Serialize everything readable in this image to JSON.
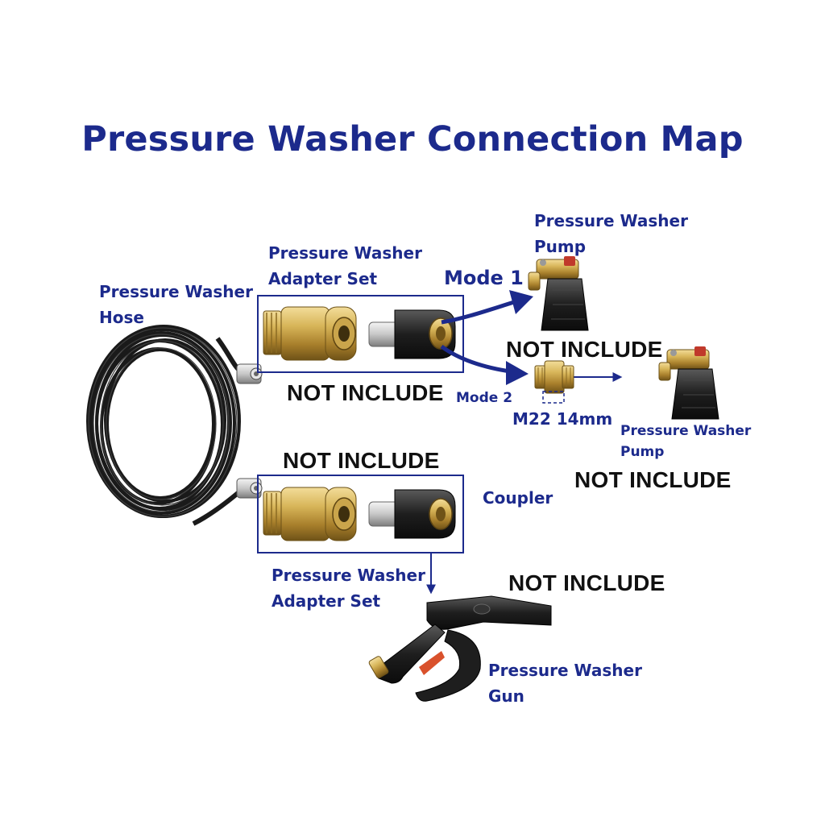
{
  "title": "Pressure Washer Connection Map",
  "labels": {
    "hose": [
      "Pressure Washer",
      "Hose"
    ],
    "adapter_set_top": [
      "Pressure Washer",
      "Adapter Set"
    ],
    "adapter_set_bottom": [
      "Pressure Washer",
      "Adapter Set"
    ],
    "pump_top": [
      "Pressure Washer",
      "Pump"
    ],
    "pump_right": [
      "Pressure Washer",
      "Pump"
    ],
    "gun": [
      "Pressure Washer",
      "Gun"
    ],
    "mode1": "Mode 1",
    "mode2": "Mode 2",
    "coupler": "Coupler",
    "thread_size": "M22 14mm"
  },
  "notes": {
    "under_adapter_top": "NOT INCLUDE",
    "above_m22_adapter": "NOT INCLUDE",
    "above_adapter_bottom": "NOT INCLUDE",
    "under_pump_right": "NOT INCLUDE",
    "above_gun": "NOT INCLUDE"
  },
  "colors": {
    "label": "#1c2a8c",
    "note": "#111111",
    "arrow": "#1c2a8c",
    "brass": "#c9a443",
    "hose": "#1a1a1a"
  },
  "icons": [
    "hose-coil",
    "quick-connect-plug",
    "m22-coupler",
    "m22-adapter",
    "pump",
    "spray-gun"
  ]
}
